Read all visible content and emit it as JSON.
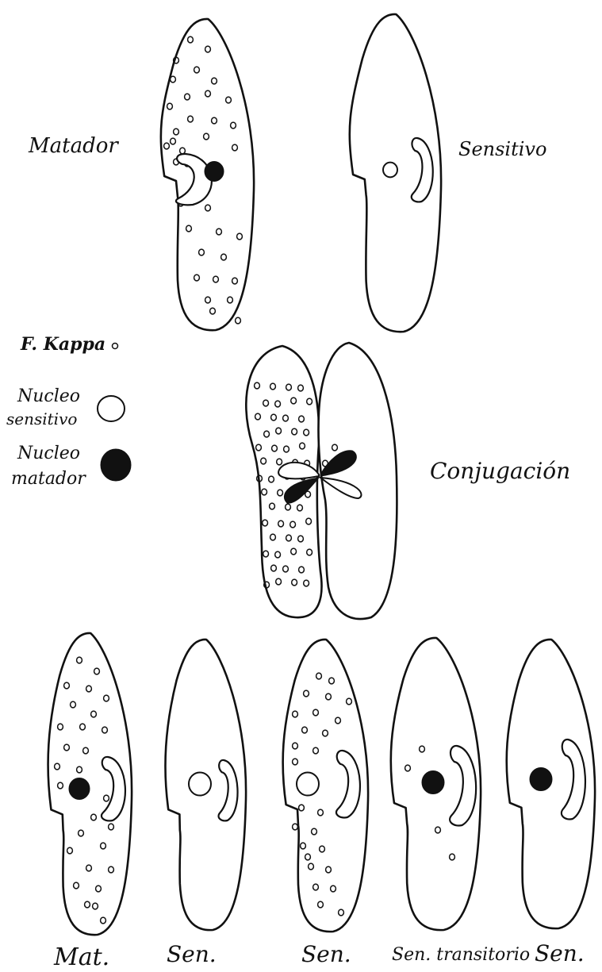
{
  "labels": {
    "matador": "Matador",
    "sensitivo": "Sensitivo",
    "conjugacion": "Conjugación",
    "legend_kappa": "F. Kappa",
    "legend_sens_1": "Nucleo",
    "legend_sens_2": "sensitivo",
    "legend_mat_1": "Nucleo",
    "legend_mat_2": "matador",
    "b1": "Mat.",
    "b2": "Sen.",
    "b3": "Sen.",
    "b4": "Sen. transitorio",
    "b5": "Sen."
  },
  "cells": [
    {
      "id": "top-matador",
      "kappa": true,
      "nucleus": "killer"
    },
    {
      "id": "top-sensitivo",
      "kappa": false,
      "nucleus": "sensitive"
    },
    {
      "id": "bottom-1",
      "kappa": true,
      "nucleus": "killer"
    },
    {
      "id": "bottom-2",
      "kappa": false,
      "nucleus": "sensitive"
    },
    {
      "id": "bottom-3",
      "kappa": true,
      "nucleus": "sensitive"
    },
    {
      "id": "bottom-4",
      "kappa": "few",
      "nucleus": "killer"
    },
    {
      "id": "bottom-5",
      "kappa": false,
      "nucleus": "killer"
    }
  ],
  "colors": {
    "ink": "#111111",
    "paper": "#ffffff"
  }
}
